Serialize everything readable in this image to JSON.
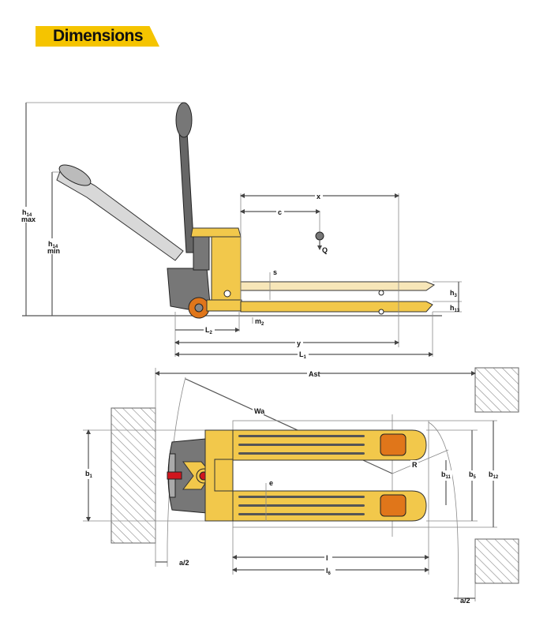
{
  "header": {
    "title": "Dimensions"
  },
  "colors": {
    "brand_yellow": "#f5c400",
    "truck_yellow": "#f2c84b",
    "wheel_orange": "#e0761a",
    "accent_red": "#d0161e"
  },
  "side_view": {
    "h14_max": {
      "main": "h",
      "sub": "14",
      "suffix": "max"
    },
    "h14_min": {
      "main": "h",
      "sub": "14",
      "suffix": "min"
    },
    "x": "x",
    "c": "c",
    "Q": "Q",
    "s": "s",
    "h3": {
      "main": "h",
      "sub": "3"
    },
    "h13": {
      "main": "h",
      "sub": "13"
    },
    "m2": {
      "main": "m",
      "sub": "2"
    },
    "L2": {
      "main": "L",
      "sub": "2"
    },
    "y": "y",
    "L1": {
      "main": "L",
      "sub": "1"
    }
  },
  "top_view": {
    "Ast": "Ast",
    "Wa": "Wa",
    "b1": {
      "main": "b",
      "sub": "1"
    },
    "R": "R",
    "b11": {
      "main": "b",
      "sub": "11"
    },
    "b5": {
      "main": "b",
      "sub": "5"
    },
    "b12": {
      "main": "b",
      "sub": "12"
    },
    "e": "e",
    "l": "l",
    "l6": {
      "main": "l",
      "sub": "6"
    },
    "a2_left": "a/2",
    "a2_right": "a/2"
  }
}
